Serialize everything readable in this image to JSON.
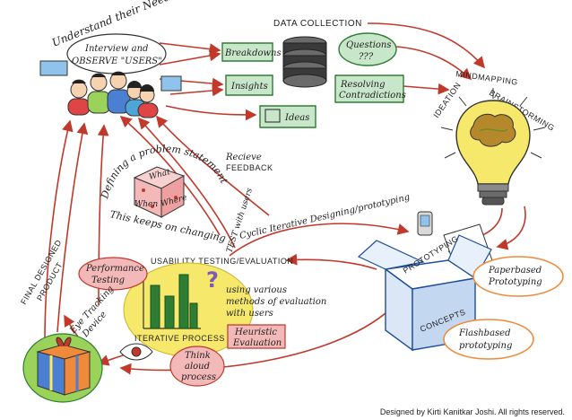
{
  "colors": {
    "arrow_red": "#c0392b",
    "green": "#2e7d32",
    "light_green": "#c8e6c9",
    "blue": "#1e4e9a",
    "yellow": "#f6e86b",
    "pink": "#f3b8b8",
    "orange": "#ef8a3a",
    "purple": "#7c5ab8"
  },
  "labels": {
    "understand": "Understand their Needs!",
    "interview_line1": "Interview and",
    "interview_line2": "OBSERVE \"USERS\"",
    "data_collection": "DATA COLLECTION",
    "breakdowns": "Breakdowns",
    "insights": "Insights",
    "ideas": "Ideas",
    "questions_line1": "Questions",
    "questions_line2": "???",
    "resolving_line1": "Resolving",
    "resolving_line2": "Contradictions",
    "mindmapping": "MINDMAPPING",
    "ideation": "IDEATION",
    "brainstorming": "BRAINSTORMING",
    "defining": "Defining a problem statement",
    "what": "What",
    "when": "When",
    "where": "Where",
    "keeps_changing": "This keeps on changing",
    "receive_feedback_1": "Recieve",
    "receive_feedback_2": "FEEDBACK",
    "test_with_users": "TEST with users",
    "cyclic": "Cyclic Iterative Designing/prototyping",
    "usability": "USABILITY TESTING/EVALUATION",
    "performance_1": "Performance",
    "performance_2": "Testing",
    "using_various_1": "using various",
    "using_various_2": "methods of evaluation",
    "using_various_3": "with users",
    "iterative_process": "ITERATIVE PROCESS",
    "heuristic_1": "Heuristic",
    "heuristic_2": "Evaluation",
    "think_1": "Think",
    "think_2": "aloud",
    "think_3": "process",
    "eye_tracking_1": "Eye Tracking",
    "eye_tracking_2": "Device",
    "final_1": "FINAL DESIGNED",
    "final_2": "PRODUCT",
    "prototyping": "PROTOTYPING",
    "concepts": "CONCEPTS",
    "paper_1": "Paperbased",
    "paper_2": "Prototyping",
    "flash_1": "Flashbased",
    "flash_2": "prototyping"
  },
  "credit": "Designed by Kirti Kanitkar Joshi. All rights reserved."
}
